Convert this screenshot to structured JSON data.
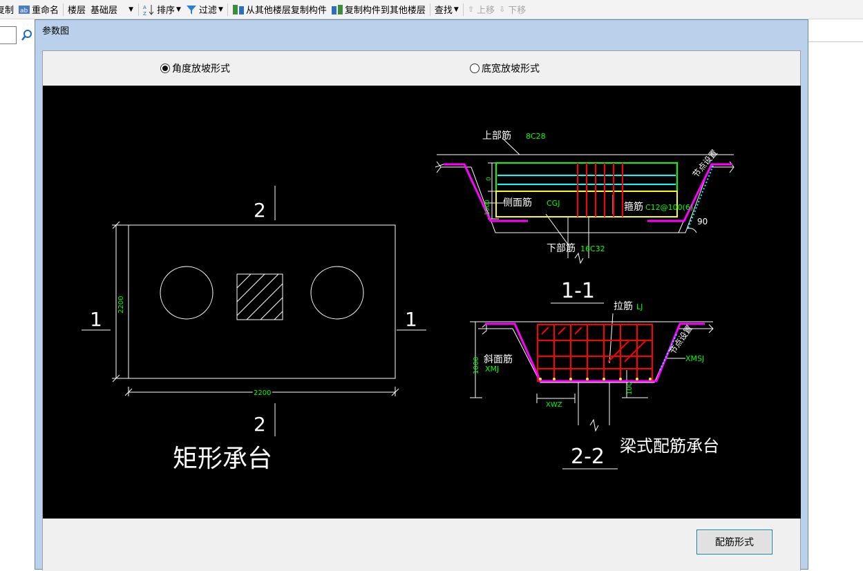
{
  "toolbar": {
    "copy_label": "复制",
    "rename_label": "重命名",
    "floor_label": "楼层",
    "floor_value": "基础层",
    "sort_label": "排序",
    "filter_label": "过滤",
    "copy_from_label": "从其他楼层复制构件",
    "copy_to_label": "复制构件到其他楼层",
    "find_label": "查找",
    "move_up_label": "上移",
    "move_down_label": "下移"
  },
  "dialog": {
    "title": "参数图",
    "radio_angle": "角度放坡形式",
    "radio_width": "底宽放坡形式",
    "rebar_button": "配筋形式"
  },
  "drawing": {
    "plan": {
      "section_mark_2": "2",
      "section_mark_1": "1",
      "dim_height": "2200",
      "dim_width": "2200",
      "caption": "矩形承台"
    },
    "section_1": {
      "top_bar_label": "上部筋",
      "top_bar_value": "8C28",
      "side_bar_label": "侧面筋",
      "side_bar_value": "CGJ",
      "stirrup_label": "箍筋",
      "stirrup_value": "C12@100(6)",
      "bottom_bar_label": "下部筋",
      "bottom_bar_value": "16C32",
      "dim_zero": "0",
      "dim_depth": "1500",
      "angle": "90",
      "node_setting": "节点设置",
      "title": "1-1"
    },
    "section_2": {
      "tie_label": "拉筋",
      "tie_value": "LJ",
      "slope_bar_label": "斜面筋",
      "slope_bar_value": "XMJ",
      "xmsj": "XMSJ",
      "xwz": "XWZ",
      "dim_height": "1000",
      "dim_small": "100",
      "node_setting": "节点设置",
      "title": "2-2",
      "caption": "梁式配筋承台"
    }
  }
}
